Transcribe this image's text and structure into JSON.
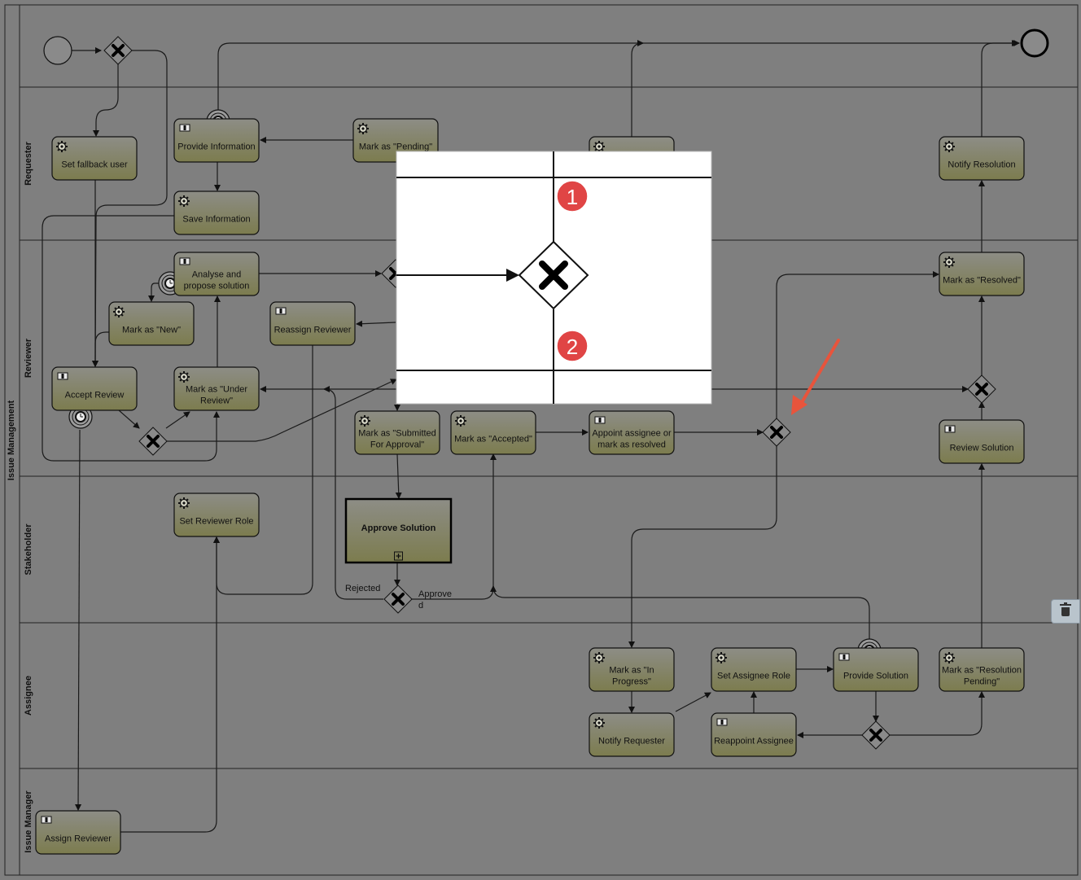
{
  "pool": {
    "label": "Issue Management"
  },
  "lanes": [
    {
      "id": "top",
      "label": ""
    },
    {
      "id": "requester",
      "label": "Requester"
    },
    {
      "id": "reviewer",
      "label": "Reviewer"
    },
    {
      "id": "stakeholder",
      "label": "Stakeholder"
    },
    {
      "id": "assignee",
      "label": "Assignee"
    },
    {
      "id": "issue-manager",
      "label": "Issue Manager"
    }
  ],
  "tasks": [
    {
      "id": "set-fallback-user",
      "type": "service",
      "lines": [
        "Set fallback user"
      ]
    },
    {
      "id": "provide-information",
      "type": "user",
      "lines": [
        "Provide Information"
      ]
    },
    {
      "id": "save-information",
      "type": "service",
      "lines": [
        "Save Information"
      ]
    },
    {
      "id": "mark-pending",
      "type": "service",
      "lines": [
        "Mark as \"Pending\""
      ]
    },
    {
      "id": "hidden-task",
      "type": "service",
      "lines": []
    },
    {
      "id": "notify-resolution",
      "type": "service",
      "lines": [
        "Notify Resolution"
      ]
    },
    {
      "id": "analyse-propose",
      "type": "user",
      "lines": [
        "Analyse and",
        "propose solution"
      ]
    },
    {
      "id": "mark-new",
      "type": "service",
      "lines": [
        "Mark as \"New\""
      ]
    },
    {
      "id": "reassign-reviewer",
      "type": "user",
      "lines": [
        "Reassign Reviewer"
      ]
    },
    {
      "id": "mark-resolved",
      "type": "service",
      "lines": [
        "Mark as \"Resolved\""
      ]
    },
    {
      "id": "accept-review",
      "type": "user",
      "lines": [
        "Accept Review"
      ]
    },
    {
      "id": "mark-under-review",
      "type": "service",
      "lines": [
        "Mark as \"Under",
        "Review\""
      ]
    },
    {
      "id": "mark-submitted",
      "type": "service",
      "lines": [
        "Mark as \"Submitted",
        "For Approval\""
      ]
    },
    {
      "id": "mark-accepted",
      "type": "service",
      "lines": [
        "Mark as \"Accepted\""
      ]
    },
    {
      "id": "appoint-assignee",
      "type": "user",
      "lines": [
        "Appoint assignee or",
        "mark as resolved"
      ]
    },
    {
      "id": "review-solution",
      "type": "user",
      "lines": [
        "Review Solution"
      ]
    },
    {
      "id": "set-reviewer-role",
      "type": "service",
      "lines": [
        "Set Reviewer Role"
      ]
    },
    {
      "id": "approve-solution",
      "type": "subprocess",
      "lines": [
        "Approve Solution"
      ]
    },
    {
      "id": "mark-in-progress",
      "type": "service",
      "lines": [
        "Mark as \"In",
        "Progress\""
      ]
    },
    {
      "id": "set-assignee-role",
      "type": "service",
      "lines": [
        "Set Assignee Role"
      ]
    },
    {
      "id": "provide-solution",
      "type": "user",
      "lines": [
        "Provide Solution"
      ]
    },
    {
      "id": "mark-resolution-pending",
      "type": "service",
      "lines": [
        "Mark as \"Resolution",
        "Pending\""
      ]
    },
    {
      "id": "notify-requester",
      "type": "service",
      "lines": [
        "Notify Requester"
      ]
    },
    {
      "id": "reappoint-assignee",
      "type": "user",
      "lines": [
        "Reappoint Assignee"
      ]
    },
    {
      "id": "assign-reviewer",
      "type": "user",
      "lines": [
        "Assign Reviewer"
      ]
    }
  ],
  "flow_labels": {
    "rejected": "Rejected",
    "approved_line1": "Approve",
    "approved_line2": "d"
  },
  "zoom_callouts": [
    "1",
    "2"
  ],
  "colors": {
    "canvas": "#7f7f7f",
    "task_top": "#8c8c85",
    "task_bottom": "#7f7f50",
    "line": "#1a1a1a",
    "callout": "#e04545",
    "arrow_annotation": "#e8543c"
  },
  "icons": [
    "gear-icon",
    "user-icon",
    "timer-icon",
    "plus-icon",
    "trash-icon"
  ]
}
